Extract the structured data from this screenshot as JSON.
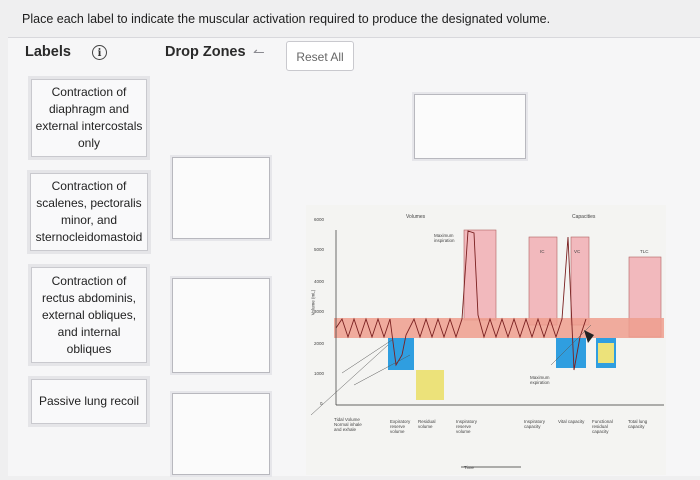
{
  "instruction": "Place each label to indicate the muscular activation required to produce the designated volume.",
  "labels_panel": {
    "title": "Labels",
    "info_icon": "info-icon",
    "cards": [
      "Contraction of diaphragm and external intercostals only",
      "Contraction of scalenes, pectoralis minor, and sternocleidomastoid",
      "Contraction of rectus abdominis, external obliques, and internal obliques",
      "Passive lung recoil"
    ]
  },
  "dropzones_panel": {
    "title": "Drop Zones",
    "back_icon": "undo-arrow-icon",
    "reset_label": "Reset All"
  },
  "figure": {
    "header_volumes": "Volumes",
    "header_capacities": "Capacities",
    "y_ticks": [
      "6000",
      "5000",
      "4000",
      "3000",
      "2000",
      "1000",
      "0"
    ],
    "y_axis_label": "Volume (mL)",
    "max_inspiration": "Maximum inspiration",
    "max_expiration": "Maximum expiration",
    "time_label": "Time",
    "volume_labels": [
      "IC",
      "VC",
      "TLC"
    ],
    "bottom_labels": [
      "Tidal Volume Normal inhale and exhale",
      "Expiratory reserve volume",
      "Residual volume",
      "Inspiratory reserve volume",
      "Inspiratory capacity",
      "Vital capacity",
      "Functional residual capacity",
      "Total lung capacity"
    ],
    "colors": {
      "pink": "#f2b9bd",
      "salmon": "#ee9e8e",
      "blue": "#2f9ee0",
      "yellow": "#ece27a"
    }
  }
}
